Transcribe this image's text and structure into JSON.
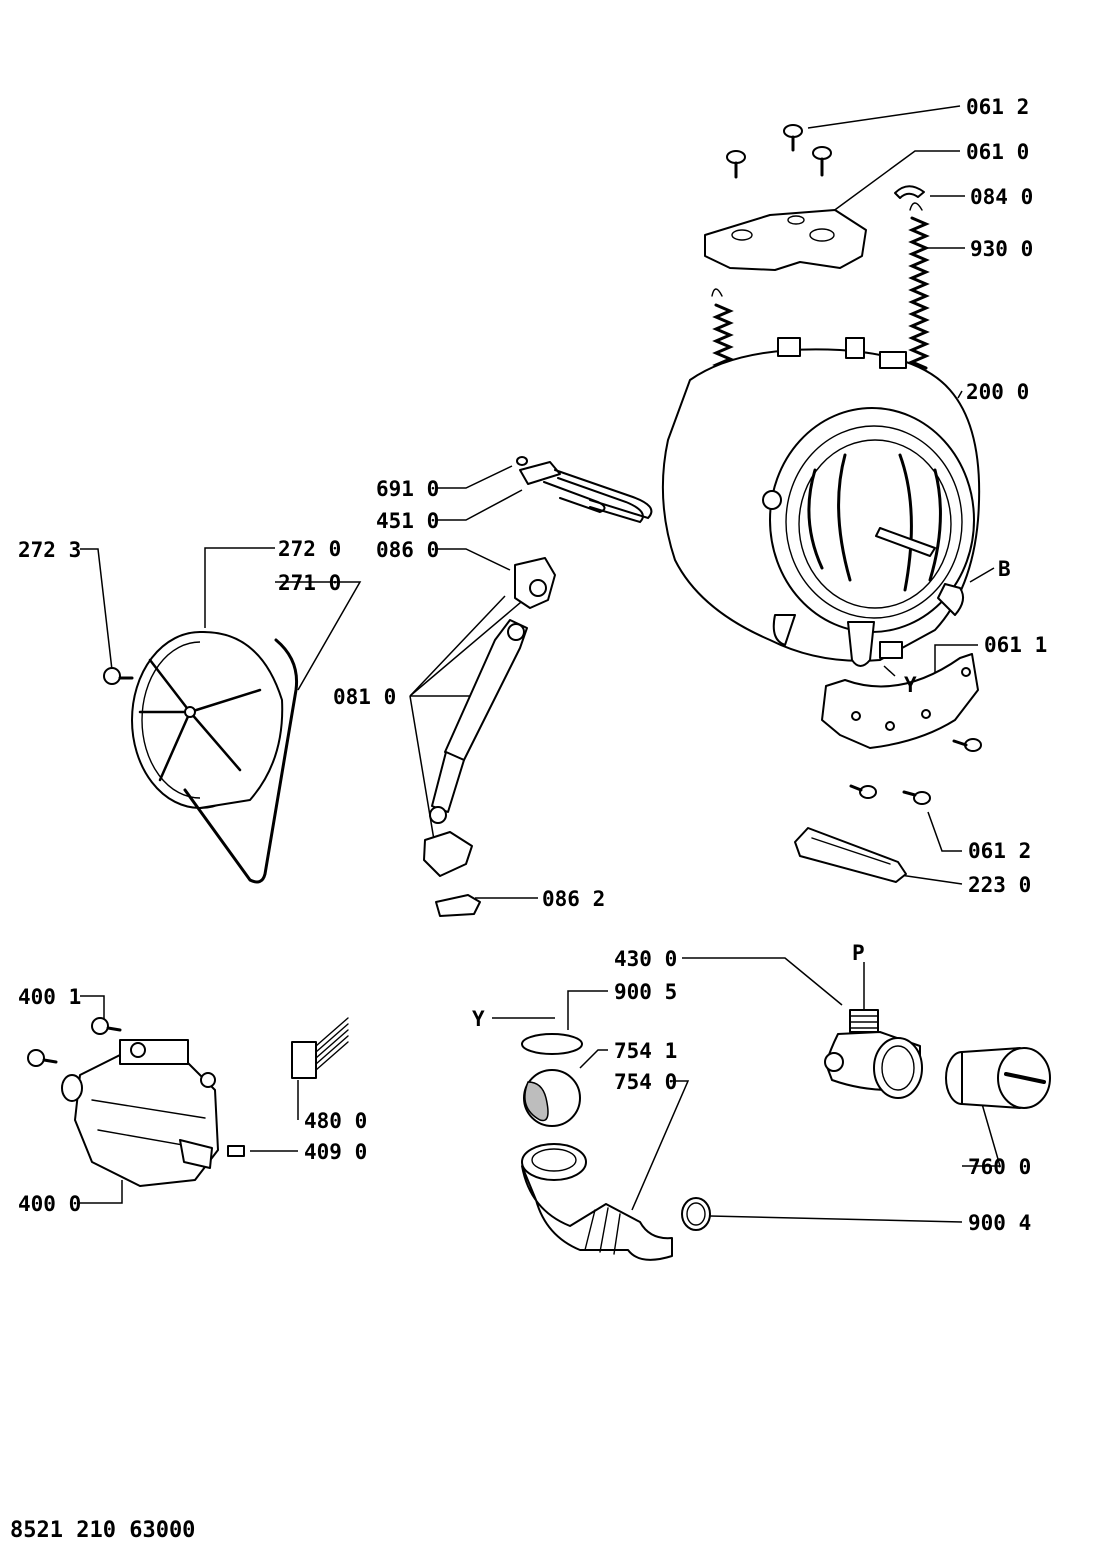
{
  "document_code": "8521 210 63000",
  "labels": {
    "l_061_2_top": "061 2",
    "l_061_0": "061 0",
    "l_084_0": "084 0",
    "l_930_0": "930 0",
    "l_200_0": "200 0",
    "l_B": "B",
    "l_061_1": "061 1",
    "l_Y_tub": "Y",
    "l_061_2_mid": "061 2",
    "l_223_0": "223 0",
    "l_691_0": "691 0",
    "l_451_0": "451 0",
    "l_086_0": "086 0",
    "l_081_0": "081 0",
    "l_086_2": "086 2",
    "l_272_3": "272 3",
    "l_272_0": "272 0",
    "l_271_0": "271 0",
    "l_400_1": "400 1",
    "l_480_0": "480 0",
    "l_409_0": "409 0",
    "l_400_0": "400 0",
    "l_Y_pump": "Y",
    "l_900_5": "900 5",
    "l_754_1": "754 1",
    "l_754_0": "754 0",
    "l_430_0": "430 0",
    "l_P": "P",
    "l_760_0": "760 0",
    "l_900_4": "900 4"
  }
}
